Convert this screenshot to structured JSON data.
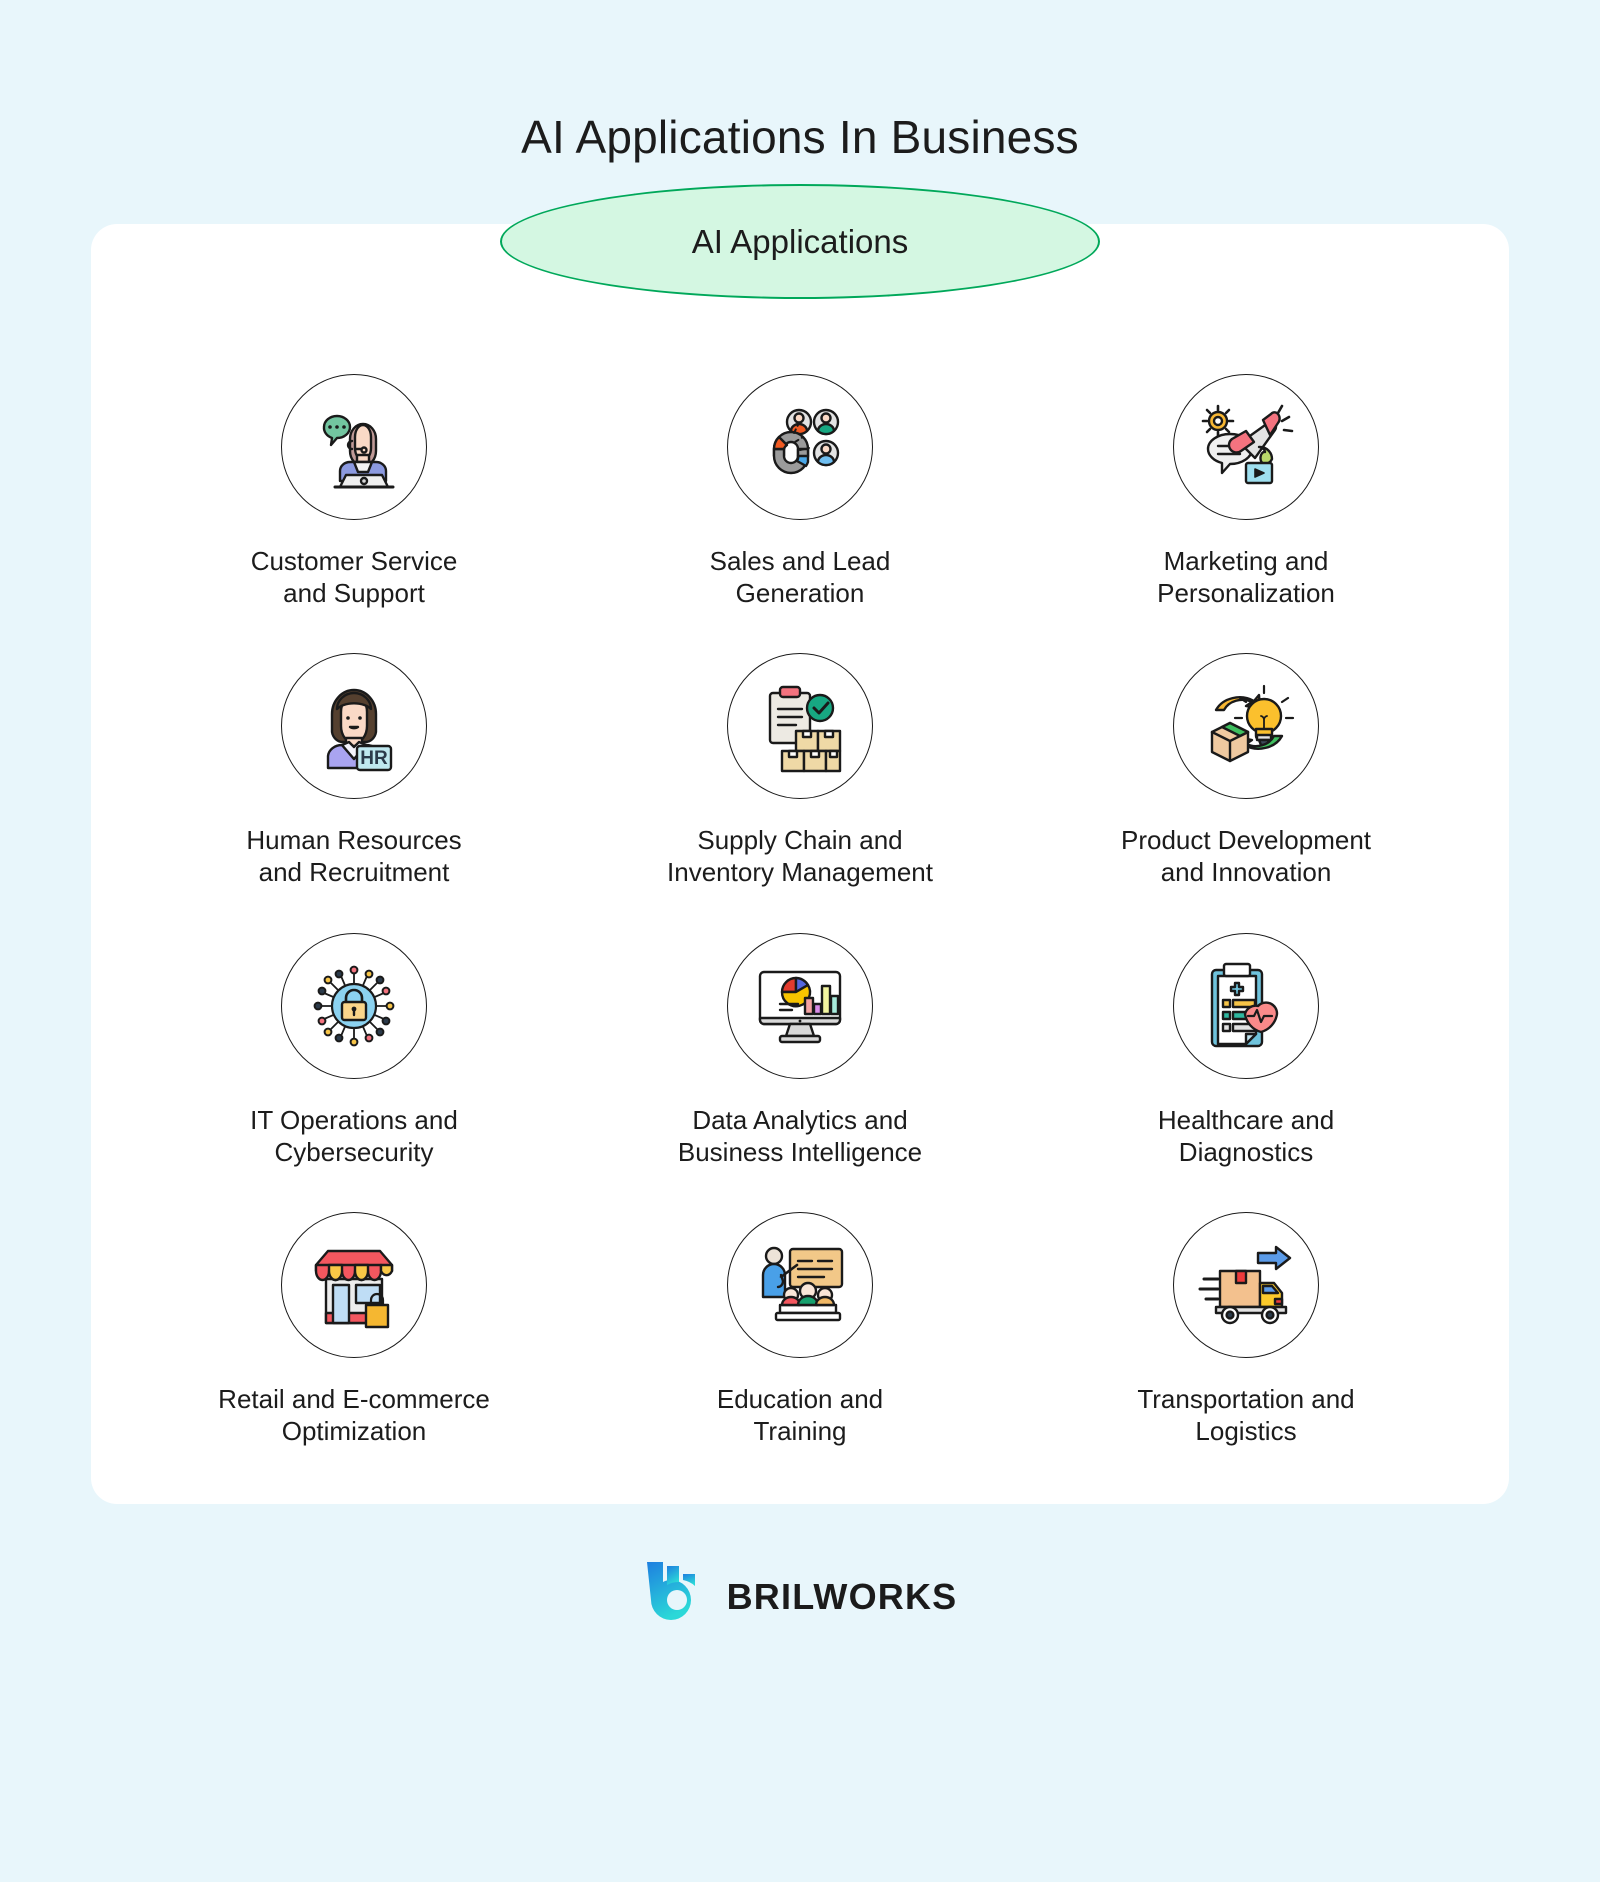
{
  "page": {
    "title": "AI Applications In Business",
    "background_color": "#E8F6FB",
    "card_background": "#FFFFFF"
  },
  "hub": {
    "label": "AI Applications",
    "fill_color": "#D4F7E2",
    "border_color": "#00A85A"
  },
  "applications": [
    {
      "icon": "customer-support-agent-icon",
      "label": "Customer Service\nand Support",
      "colors": {
        "bubble": "#72C5A0",
        "hair": "#C09A97",
        "shirt": "#8C9AE0",
        "skin": "#FAD9C6"
      }
    },
    {
      "icon": "magnet-leads-icon",
      "label": "Sales and Lead\nGeneration",
      "colors": {
        "magnet": "#9B9B9B",
        "tip_orange": "#F05A22",
        "tip_blue": "#4BA8E8",
        "avatar_green": "#17A882"
      }
    },
    {
      "icon": "megaphone-marketing-icon",
      "label": "Marketing and\nPersonalization",
      "colors": {
        "megaphone": "#F4737F",
        "gear": "#F7B733",
        "video": "#9FE0F0",
        "phone": "#B9D96A"
      }
    },
    {
      "icon": "hr-person-badge-icon",
      "label": "Human Resources\nand Recruitment",
      "colors": {
        "hair": "#55402F",
        "blazer": "#A9A4F0",
        "badge": "#BFE8EF",
        "skin": "#FAD9C6"
      }
    },
    {
      "icon": "clipboard-boxes-icon",
      "label": "Supply Chain and\nInventory Management",
      "colors": {
        "clip": "#F4737F",
        "check": "#17A882",
        "box": "#EFD9A6"
      }
    },
    {
      "icon": "box-lightbulb-innovation-icon",
      "label": "Product Development\nand Innovation",
      "colors": {
        "bulb": "#FBC02D",
        "arrow_yellow": "#F7B733",
        "arrow_green": "#3FBF5F",
        "box": "#EFC9A0"
      }
    },
    {
      "icon": "network-padlock-security-icon",
      "label": "IT Operations and\nCybersecurity",
      "colors": {
        "circle": "#8CD2F0",
        "lock": "#FBD58A",
        "node_yellow": "#F7C548",
        "node_red": "#F4737F",
        "node_dark": "#2B3A4A"
      }
    },
    {
      "icon": "monitor-charts-analytics-icon",
      "label": "Data Analytics and\nBusiness Intelligence",
      "colors": {
        "pie_red": "#E23B2E",
        "pie_blue": "#5566DD",
        "pie_yellow": "#F7C400",
        "screen": "#FFFFFF",
        "base": "#D9D9D9"
      }
    },
    {
      "icon": "medical-clipboard-heart-icon",
      "label": "Healthcare and\nDiagnostics",
      "colors": {
        "clipboard": "#6FC3DC",
        "heart": "#F98A8A",
        "row_yellow": "#F7C548",
        "row_teal": "#2FB8A0"
      }
    },
    {
      "icon": "storefront-shopping-icon",
      "label": "Retail and E-commerce\nOptimization",
      "colors": {
        "awning_red": "#F4575F",
        "awning_yellow": "#F9C846",
        "window": "#BFDDF5",
        "bag": "#F5B731"
      }
    },
    {
      "icon": "classroom-training-icon",
      "label": "Education and\nTraining",
      "colors": {
        "teacher": "#49A0E8",
        "board": "#F2C888",
        "student_red": "#F4575F",
        "student_green": "#17A16E",
        "student_orange": "#F0B866"
      }
    },
    {
      "icon": "delivery-truck-logistics-icon",
      "label": "Transportation and\nLogistics",
      "colors": {
        "cargo": "#F3C18E",
        "cab": "#FBCA2B",
        "arrow": "#5B9BE8",
        "accent_red": "#EE3B3B"
      }
    }
  ],
  "footer": {
    "brand": "BRILWORKS",
    "logo_gradient_start": "#1E7FE0",
    "logo_gradient_end": "#2BD8D8"
  }
}
